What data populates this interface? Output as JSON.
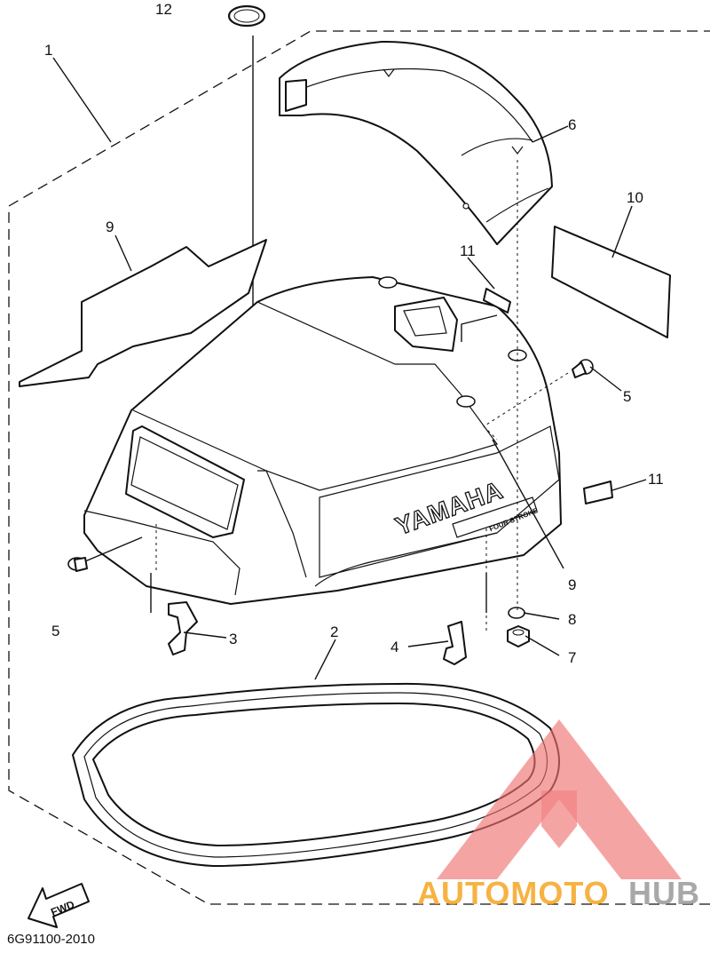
{
  "diagram": {
    "callouts": [
      {
        "id": "c12",
        "text": "12"
      },
      {
        "id": "c1",
        "text": "1"
      },
      {
        "id": "c6",
        "text": "6"
      },
      {
        "id": "c10",
        "text": "10"
      },
      {
        "id": "c9a",
        "text": "9"
      },
      {
        "id": "c11a",
        "text": "11"
      },
      {
        "id": "c5a",
        "text": "5"
      },
      {
        "id": "c11b",
        "text": "11"
      },
      {
        "id": "c9b",
        "text": "9"
      },
      {
        "id": "c5b",
        "text": "5"
      },
      {
        "id": "c3",
        "text": "3"
      },
      {
        "id": "c2",
        "text": "2"
      },
      {
        "id": "c4",
        "text": "4"
      },
      {
        "id": "c8",
        "text": "8"
      },
      {
        "id": "c7",
        "text": "7"
      }
    ],
    "brand_text": "YAMAHA",
    "decal_small_text": "FOUR STROKE",
    "fwd_label": "FWD",
    "diagram_code": "6G91100-2010"
  },
  "watermark": {
    "text_orange": "AUTOMOTO",
    "text_gray": "HUB",
    "color_triangle": "#f07070",
    "color_orange": "#f5a623",
    "color_gray": "#9a9a9a"
  }
}
